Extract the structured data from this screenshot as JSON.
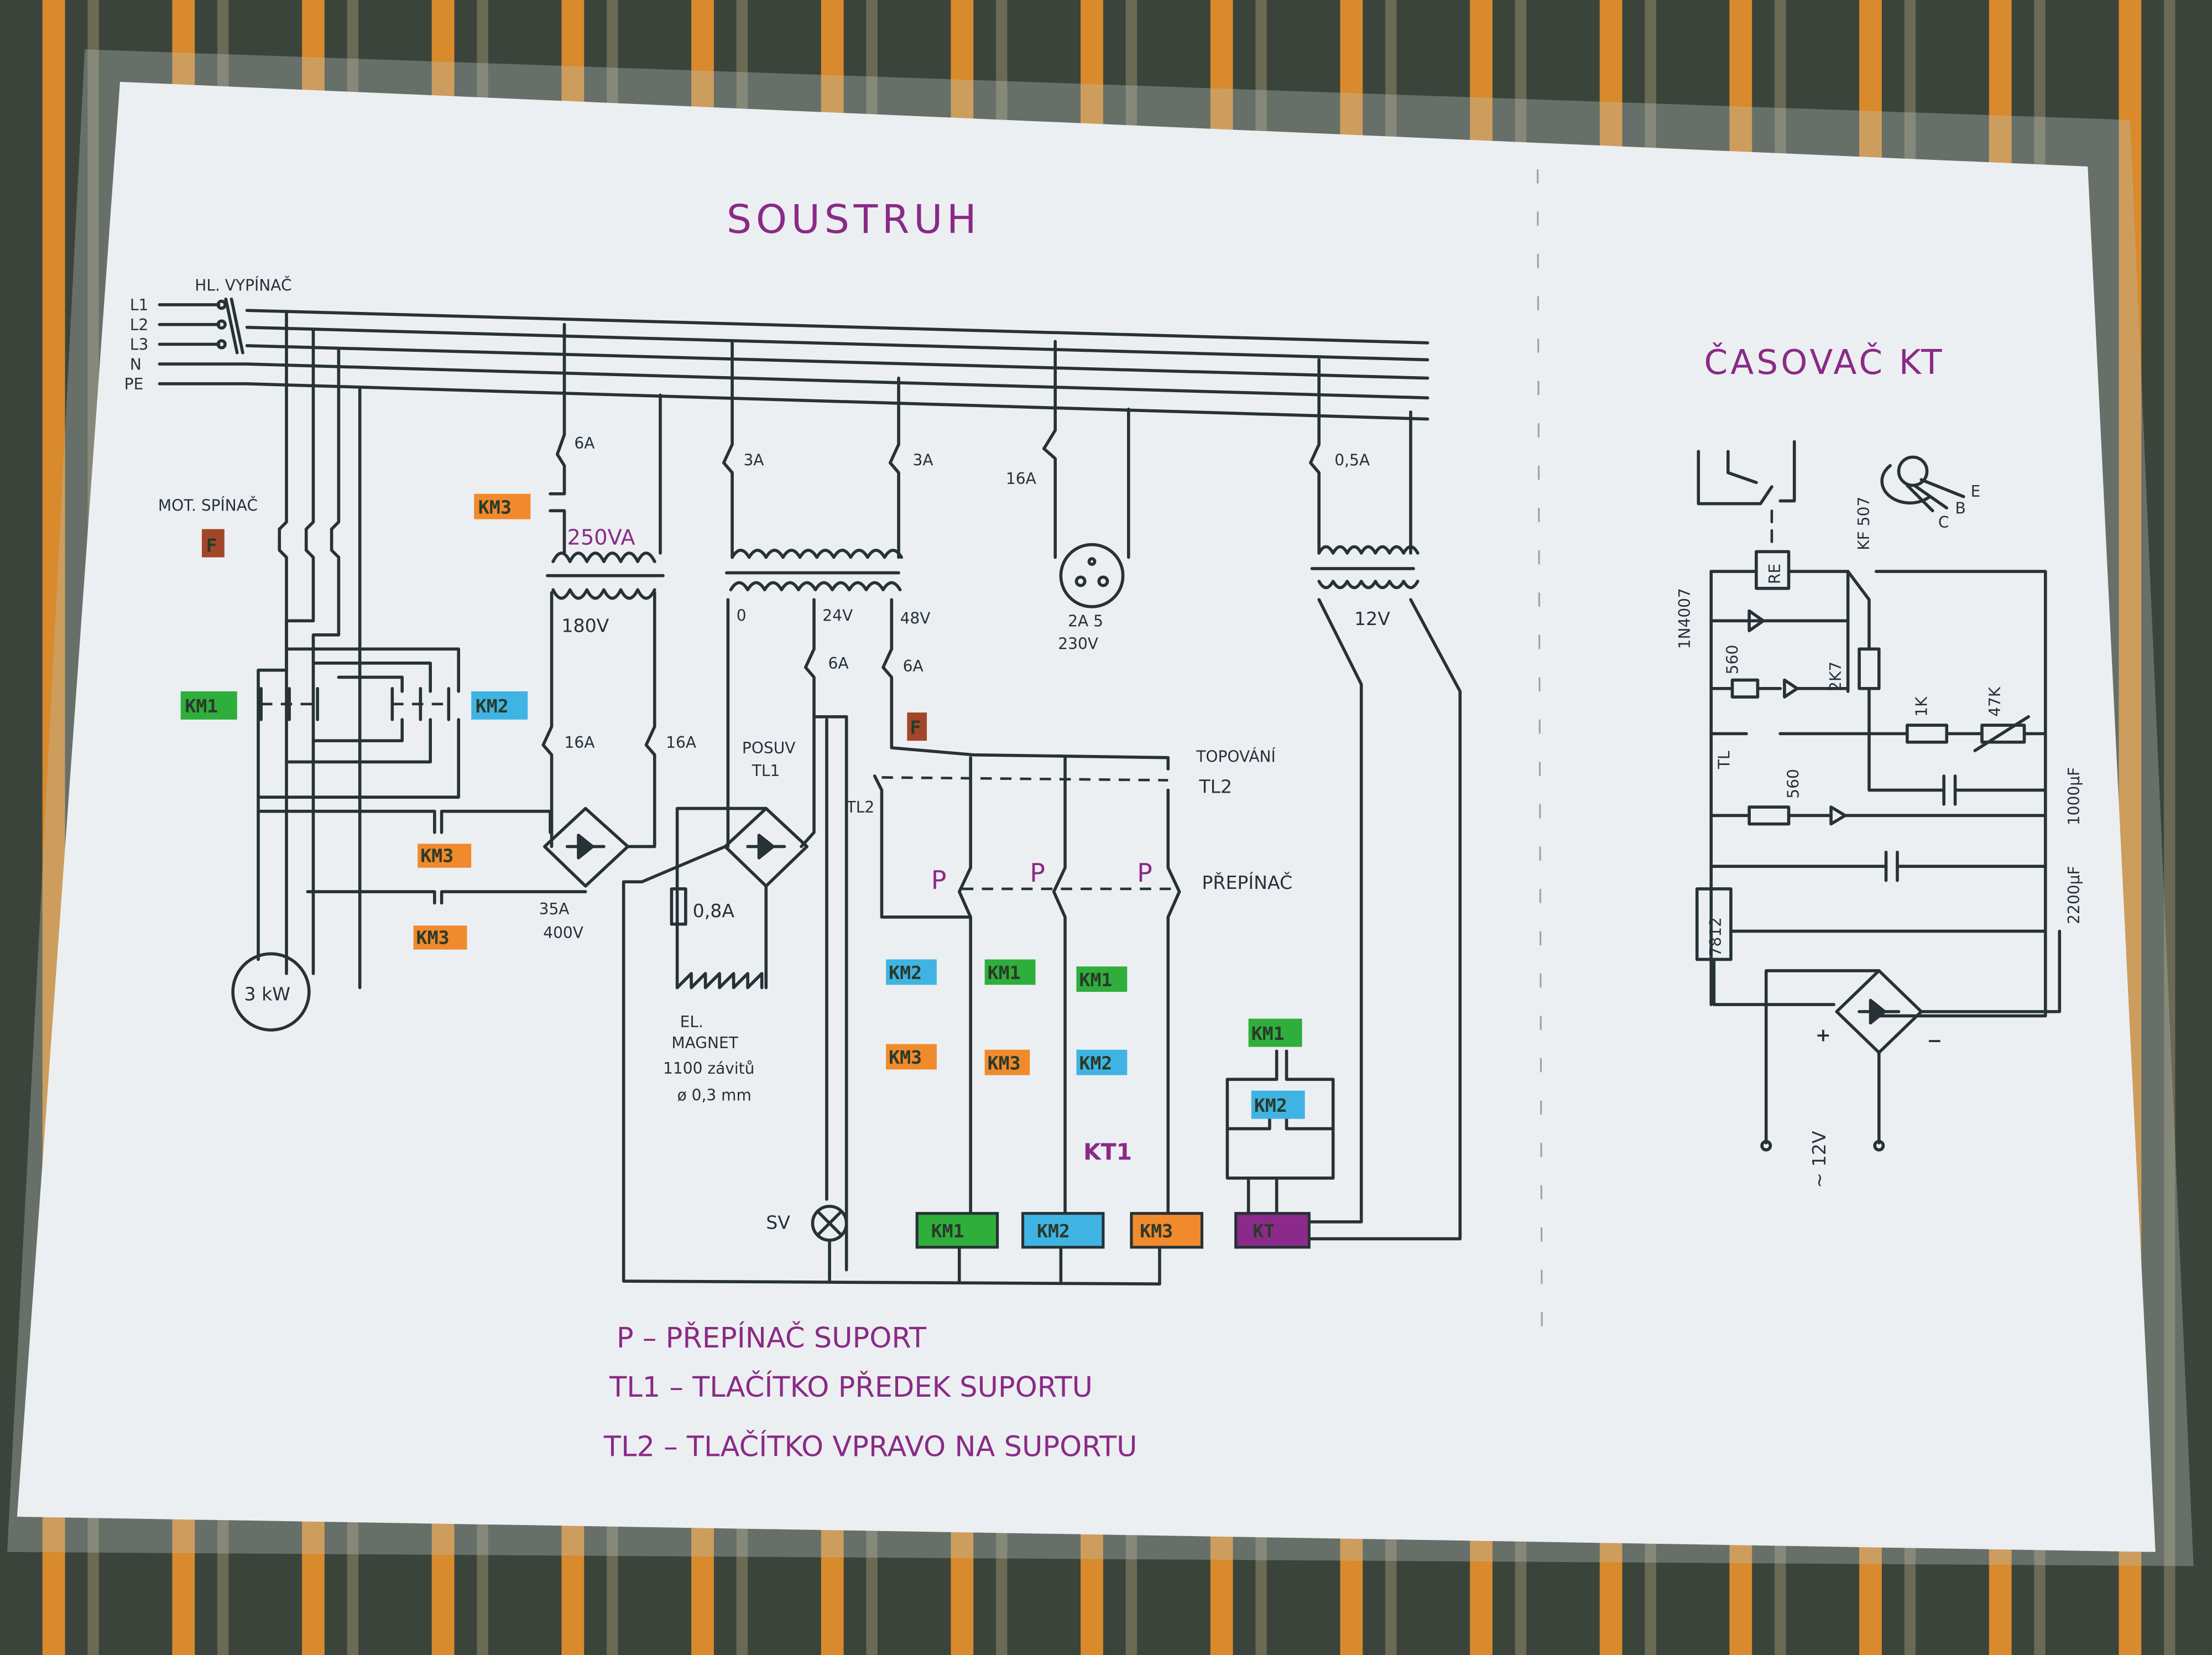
{
  "title": "SOUSTRUH",
  "colors": {
    "km1": "#2fae3c",
    "km2": "#3fb4e3",
    "km3": "#f08a2c",
    "kt": "#8c2a8c",
    "f": "#a2462a",
    "ink": "#263236",
    "purple": "#8a2a86"
  },
  "mains": {
    "switch_label": "HL. VYPÍNAČ",
    "lines": [
      "L1",
      "L2",
      "L3",
      "N",
      "PE"
    ]
  },
  "motor": {
    "switch_label": "MOT. SPÍNAČ",
    "fuse_tag": "F",
    "km1_tag": "KM1",
    "km2_tag": "KM2",
    "power": "3 kW"
  },
  "brake_supply": {
    "breaker": "6A",
    "km3_tag": "KM3",
    "transformer": "250VA",
    "secondary": "180V",
    "breaker_left": "16A",
    "breaker_right": "16A",
    "km3_tag_a": "KM3",
    "km3_tag_b": "KM3",
    "rectifier_current": "35A",
    "rectifier_voltage": "400V"
  },
  "control_supply": {
    "breaker_left": "3A",
    "breaker_right": "3A",
    "tap_0": "0",
    "tap_24": "24V",
    "tap_48": "48V",
    "breaker_24": "6A",
    "breaker_48": "6A",
    "fuse_tag": "F",
    "posuv": "POSUV",
    "tl1": "TL1",
    "tl2_left": "TL2",
    "topovani": "TOPOVÁNÍ",
    "tl2_right": "TL2",
    "fuse_magnet": "0,8A",
    "magnet_1": "EL.",
    "magnet_2": "MAGNET",
    "magnet_3": "1100 závitů",
    "magnet_4": "ø 0,3 mm",
    "lamp": "SV"
  },
  "socket": {
    "breaker": "16A",
    "rating": "2A 5",
    "voltage": "230V"
  },
  "timer_supply": {
    "breaker": "0,5A",
    "secondary": "12V"
  },
  "selector": {
    "p1": "P",
    "p2": "P",
    "p3": "P",
    "label": "PŘEPÍNAČ"
  },
  "contacts": {
    "row1": [
      "KM2",
      "KM1",
      "KM1"
    ],
    "row2": [
      "KM3",
      "KM3",
      "KM2"
    ],
    "kt1": "KT1",
    "kt_km1": "KM1",
    "kt_km2": "KM2"
  },
  "coils": [
    "KM1",
    "KM2",
    "KM3",
    "KT"
  ],
  "legend": [
    "P – PŘEPÍNAČ SUPORT",
    "TL1 – TLAČÍTKO PŘEDEK SUPORTU",
    "TL2 – TLAČÍTKO VPRAVO NA SUPORTU"
  ],
  "timer": {
    "title": "ČASOVAČ KT",
    "transistor": "KF 507",
    "pin_e": "E",
    "pin_b": "B",
    "pin_c": "C",
    "relay": "RE",
    "diode": "1N4007",
    "r1": "560",
    "r2": "2K7",
    "r3": "1K",
    "pot": "47K",
    "button": "TL",
    "r4": "560",
    "c1": "1000μF",
    "c2": "2200μF",
    "regulator": "7812",
    "input": "~ 12V",
    "plus": "+",
    "minus": "−"
  }
}
